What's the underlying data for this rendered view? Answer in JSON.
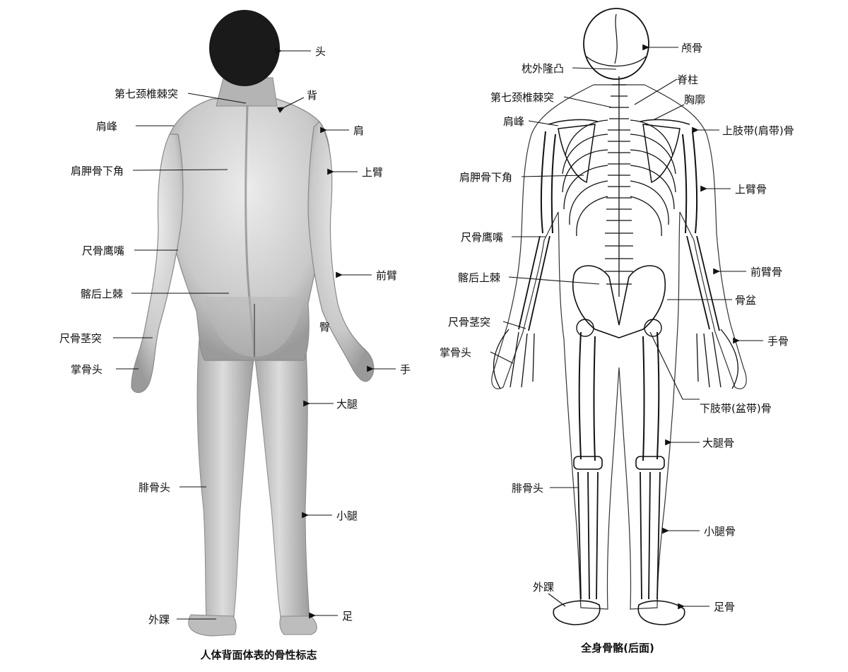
{
  "left_figure": {
    "caption": "人体背面体表的骨性标志",
    "labels": {
      "head": "头",
      "c7_spinous": "第七颈椎棘突",
      "back": "背",
      "acromion": "肩峰",
      "shoulder": "肩",
      "scapula_inferior_angle": "肩胛骨下角",
      "upper_arm": "上臂",
      "olecranon": "尺骨鹰嘴",
      "forearm": "前臂",
      "psis": "髂后上棘",
      "buttock": "臀",
      "ulnar_styloid": "尺骨茎突",
      "metacarpal_head": "掌骨头",
      "hand": "手",
      "thigh": "大腿",
      "fibula_head": "腓骨头",
      "calf": "小腿",
      "lateral_malleolus": "外踝",
      "foot": "足"
    }
  },
  "right_figure": {
    "caption": "全身骨骼(后面)",
    "labels": {
      "skull": "颅骨",
      "external_occipital_protuberance": "枕外隆凸",
      "spine": "脊柱",
      "c7_spinous": "第七颈椎棘突",
      "thorax": "胸廓",
      "acromion": "肩峰",
      "shoulder_girdle": "上肢带(肩带)骨",
      "scapula_inferior_angle": "肩胛骨下角",
      "humerus": "上臂骨",
      "olecranon": "尺骨鹰嘴",
      "forearm_bones": "前臂骨",
      "psis": "髂后上棘",
      "pelvis": "骨盆",
      "ulnar_styloid": "尺骨茎突",
      "hand_bones": "手骨",
      "metacarpal_head": "掌骨头",
      "pelvic_girdle": "下肢带(盆带)骨",
      "femur": "大腿骨",
      "fibula_head": "腓骨头",
      "leg_bones": "小腿骨",
      "lateral_malleolus": "外踝",
      "foot_bones": "足骨"
    }
  }
}
